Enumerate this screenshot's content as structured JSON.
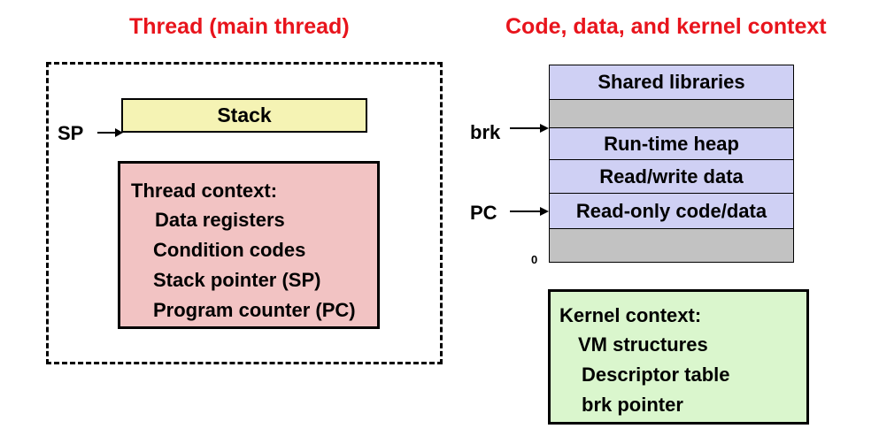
{
  "left": {
    "title": "Thread (main thread)",
    "sp_label": "SP",
    "stack_label": "Stack",
    "context_title": "Thread context:",
    "context_items": [
      "Data registers",
      "Condition codes",
      "Stack pointer (SP)",
      "Program counter (PC)"
    ]
  },
  "right": {
    "title": "Code, data, and kernel context",
    "segments": [
      "Shared libraries",
      "",
      "Run-time heap",
      "Read/write data",
      "Read-only code/data",
      ""
    ],
    "brk_label": "brk",
    "pc_label": "PC",
    "zero_label": "0",
    "kernel_title": "Kernel context:",
    "kernel_items": [
      "VM structures",
      "Descriptor table",
      "brk pointer"
    ]
  },
  "colors": {
    "title": "#e8141c",
    "stack_fill": "#f5f3b4",
    "thread_context_fill": "#f2c3c3",
    "segment_fill": "#cfd0f4",
    "gap_fill": "#c2c2c2",
    "kernel_fill": "#daf6cd"
  }
}
